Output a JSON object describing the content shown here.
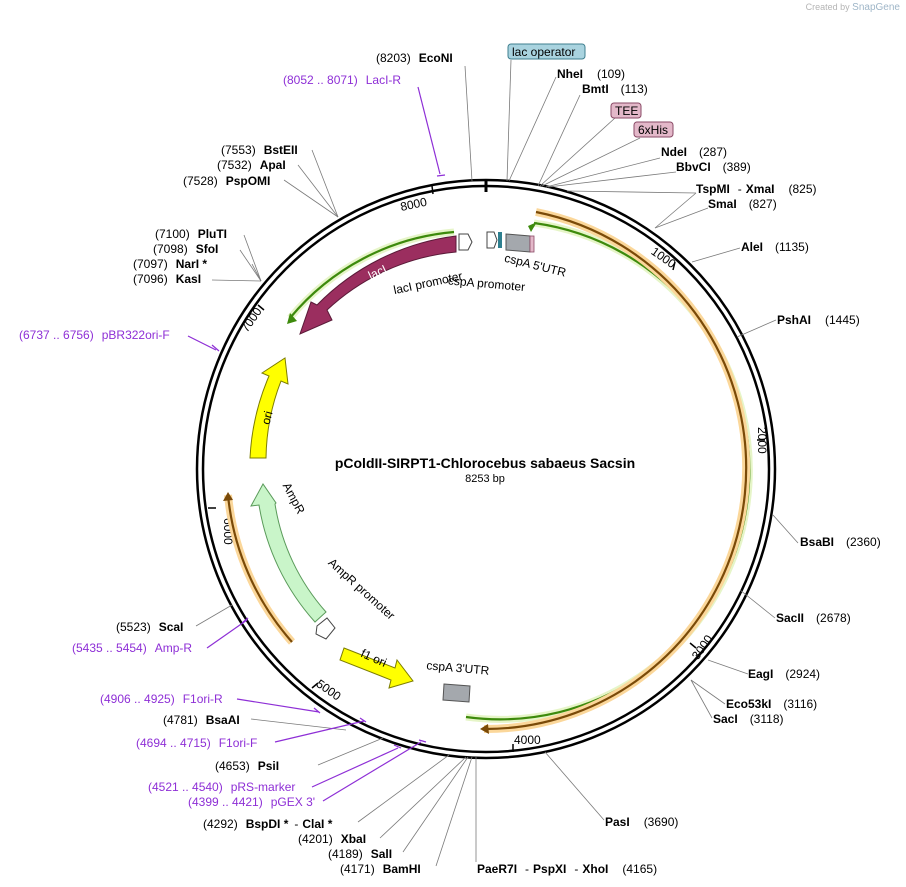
{
  "credit": {
    "prefix": "Created by",
    "brand": "SnapGene"
  },
  "plasmid": {
    "name": "pColdII-SIRPT1-Chlorocebus sabaeus Sacsin",
    "size_label": "8253 bp",
    "length": 8253
  },
  "ticks": [
    "1000",
    "2000",
    "3000",
    "4000",
    "5000",
    "6000",
    "7000",
    "8000"
  ],
  "boxed_labels": {
    "lac_operator": "lac operator",
    "tee": "TEE",
    "his": "6xHis"
  },
  "features": {
    "laci": "lacI",
    "laci_promoter": "lacI promoter",
    "cspa_promoter": "cspA promoter",
    "cspa_5utr": "cspA 5'UTR",
    "cspa_3utr": "cspA 3'UTR",
    "ori": "ori",
    "ampr": "AmpR",
    "ampr_promoter": "AmpR promoter",
    "f1_ori": "f1 ori"
  },
  "sites": [
    {
      "pos": "(8203)",
      "name": "EcoNI"
    },
    {
      "pos": "(109)",
      "name": "NheI"
    },
    {
      "pos": "(113)",
      "name": "BmtI"
    },
    {
      "pos": "(287)",
      "name": "NdeI"
    },
    {
      "pos": "(389)",
      "name": "BbvCI"
    },
    {
      "pos": "(825)",
      "name": "TspMI",
      "extra": "XmaI"
    },
    {
      "pos": "(827)",
      "name": "SmaI"
    },
    {
      "pos": "(1135)",
      "name": "AleI"
    },
    {
      "pos": "(1445)",
      "name": "PshAI"
    },
    {
      "pos": "(2360)",
      "name": "BsaBI"
    },
    {
      "pos": "(2678)",
      "name": "SacII"
    },
    {
      "pos": "(2924)",
      "name": "EagI"
    },
    {
      "pos": "(3116)",
      "name": "Eco53kI"
    },
    {
      "pos": "(3118)",
      "name": "SacI"
    },
    {
      "pos": "(3690)",
      "name": "PasI"
    },
    {
      "pos": "(4165)",
      "name": "PaeR7I",
      "extra": "PspXI",
      "extra2": "XhoI"
    },
    {
      "pos": "(4171)",
      "name": "BamHI"
    },
    {
      "pos": "(4189)",
      "name": "SalI"
    },
    {
      "pos": "(4201)",
      "name": "XbaI"
    },
    {
      "pos": "(4292)",
      "name": "BspDI *",
      "extra": "ClaI *"
    },
    {
      "pos": "(4653)",
      "name": "PsiI"
    },
    {
      "pos": "(4781)",
      "name": "BsaAI"
    },
    {
      "pos": "(5523)",
      "name": "ScaI"
    },
    {
      "pos": "(7096)",
      "name": "KasI"
    },
    {
      "pos": "(7097)",
      "name": "NarI *"
    },
    {
      "pos": "(7098)",
      "name": "SfoI"
    },
    {
      "pos": "(7100)",
      "name": "PluTI"
    },
    {
      "pos": "(7528)",
      "name": "PspOMI"
    },
    {
      "pos": "(7532)",
      "name": "ApaI"
    },
    {
      "pos": "(7553)",
      "name": "BstEII"
    }
  ],
  "primers": [
    {
      "range": "(8052 .. 8071)",
      "name": "LacI-R"
    },
    {
      "range": "(6737 .. 6756)",
      "name": "pBR322ori-F"
    },
    {
      "range": "(5435 .. 5454)",
      "name": "Amp-R"
    },
    {
      "range": "(4906 .. 4925)",
      "name": "F1ori-R"
    },
    {
      "range": "(4694 .. 4715)",
      "name": "F1ori-F"
    },
    {
      "range": "(4521 .. 4540)",
      "name": "pRS-marker"
    },
    {
      "range": "(4399 .. 4421)",
      "name": "pGEX 3'"
    }
  ],
  "colors": {
    "laci": "#9b2e5f",
    "ori": "#ffff00",
    "ampr": "#c9f5c9",
    "green_arc": "#3d8a0c",
    "orange_arc": "#f6a42a",
    "primer": "#8e2fd6",
    "lac_operator_box": "#a9d3df",
    "tag_box": "#e3b8c9"
  }
}
